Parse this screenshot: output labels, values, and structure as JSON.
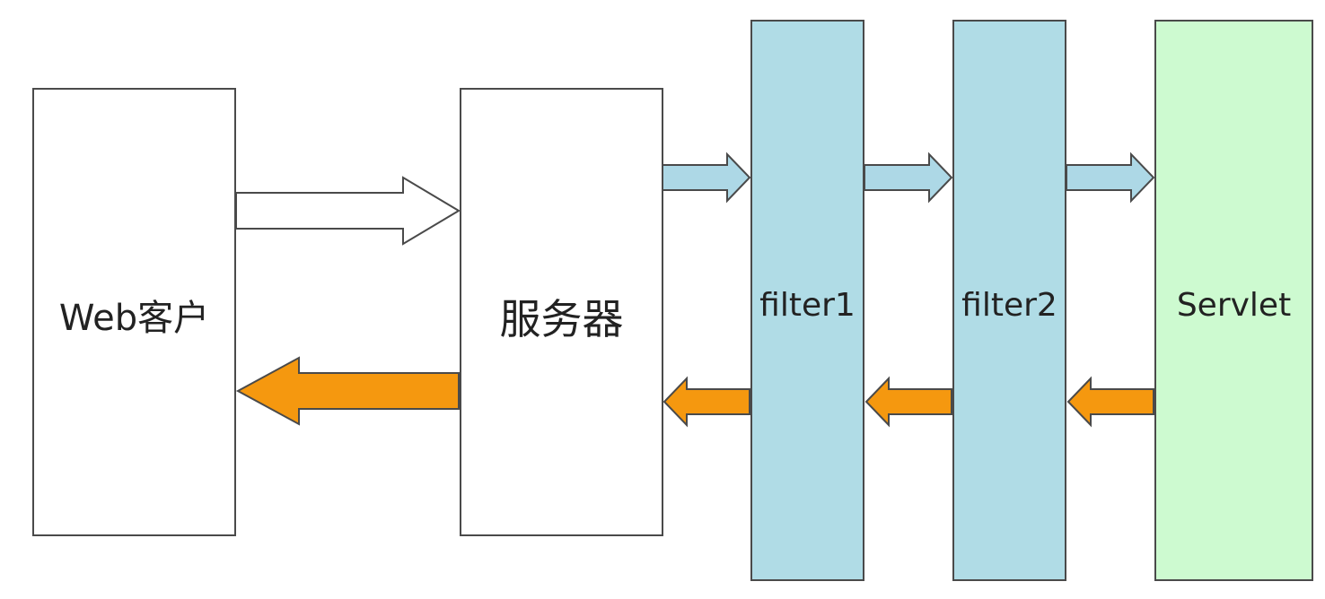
{
  "nodes": {
    "client": {
      "label": "Web客户"
    },
    "server": {
      "label": "服务器"
    },
    "filter1": {
      "label": "filter1"
    },
    "filter2": {
      "label": "filter2"
    },
    "servlet": {
      "label": "Servlet"
    }
  },
  "colors": {
    "request_big_fill": "#ffffff",
    "request_small_fill": "#add8e6",
    "response_fill": "#f5980f",
    "filter_fill": "#b0dce6",
    "servlet_fill": "#cdfad0",
    "box_fill": "#ffffff",
    "outline": "#4a4a4a"
  }
}
